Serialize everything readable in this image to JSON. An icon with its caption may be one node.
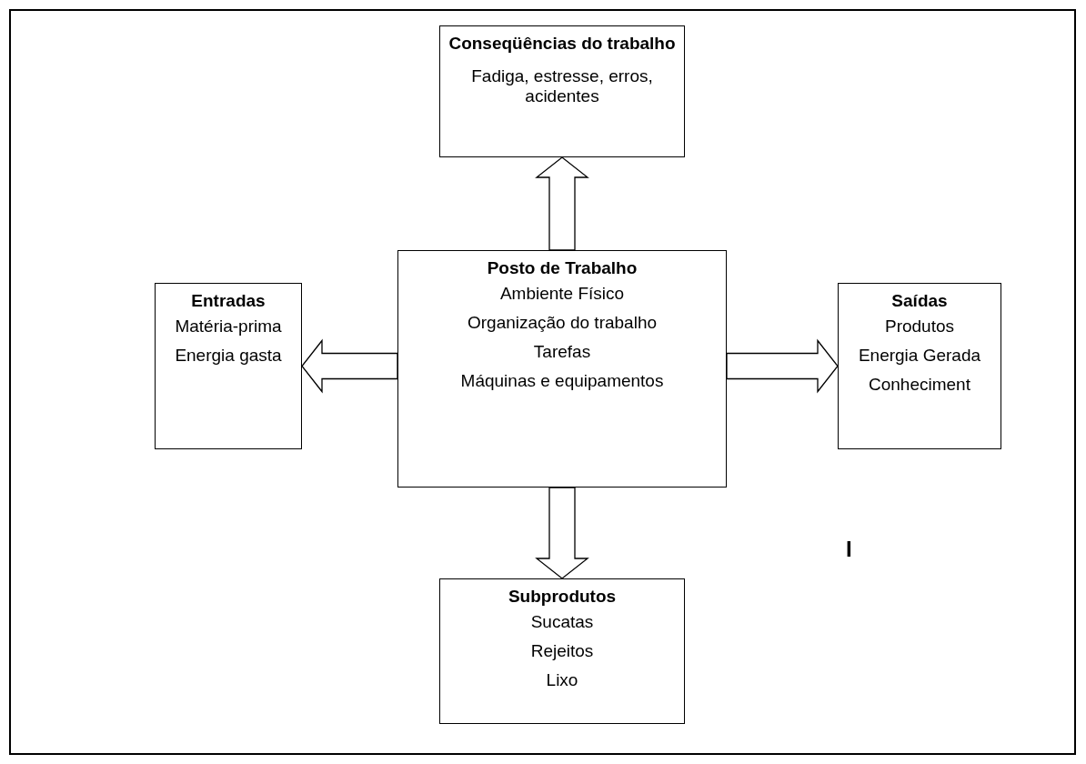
{
  "diagram": {
    "nodes": [
      {
        "text": [
          "Conseqüências do trabalho",
          "Fadiga, estresse, erros, acidentes"
        ]
      },
      {
        "text": [
          "Posto de Trabalho",
          "Ambiente Físico",
          "Organização do trabalho",
          "Tarefas",
          "Máquinas e equipamentos"
        ]
      },
      {
        "text": [
          "Entradas",
          "Matéria-prima",
          "Energia gasta"
        ]
      },
      {
        "text": [
          "Saídas",
          "Produtos",
          "Energia Gerada",
          "Conheciment"
        ]
      },
      {
        "text": [
          "Subprodutos",
          "Sucatas",
          "Rejeitos",
          "Lixo"
        ]
      }
    ],
    "edges": [
      {
        "from": 1,
        "to": 0,
        "arrow": "to"
      },
      {
        "from": 1,
        "to": 2,
        "arrow": "to"
      },
      {
        "from": 1,
        "to": 3,
        "arrow": "to"
      },
      {
        "from": 1,
        "to": 4,
        "arrow": "to"
      }
    ],
    "labels": [
      "I"
    ]
  }
}
